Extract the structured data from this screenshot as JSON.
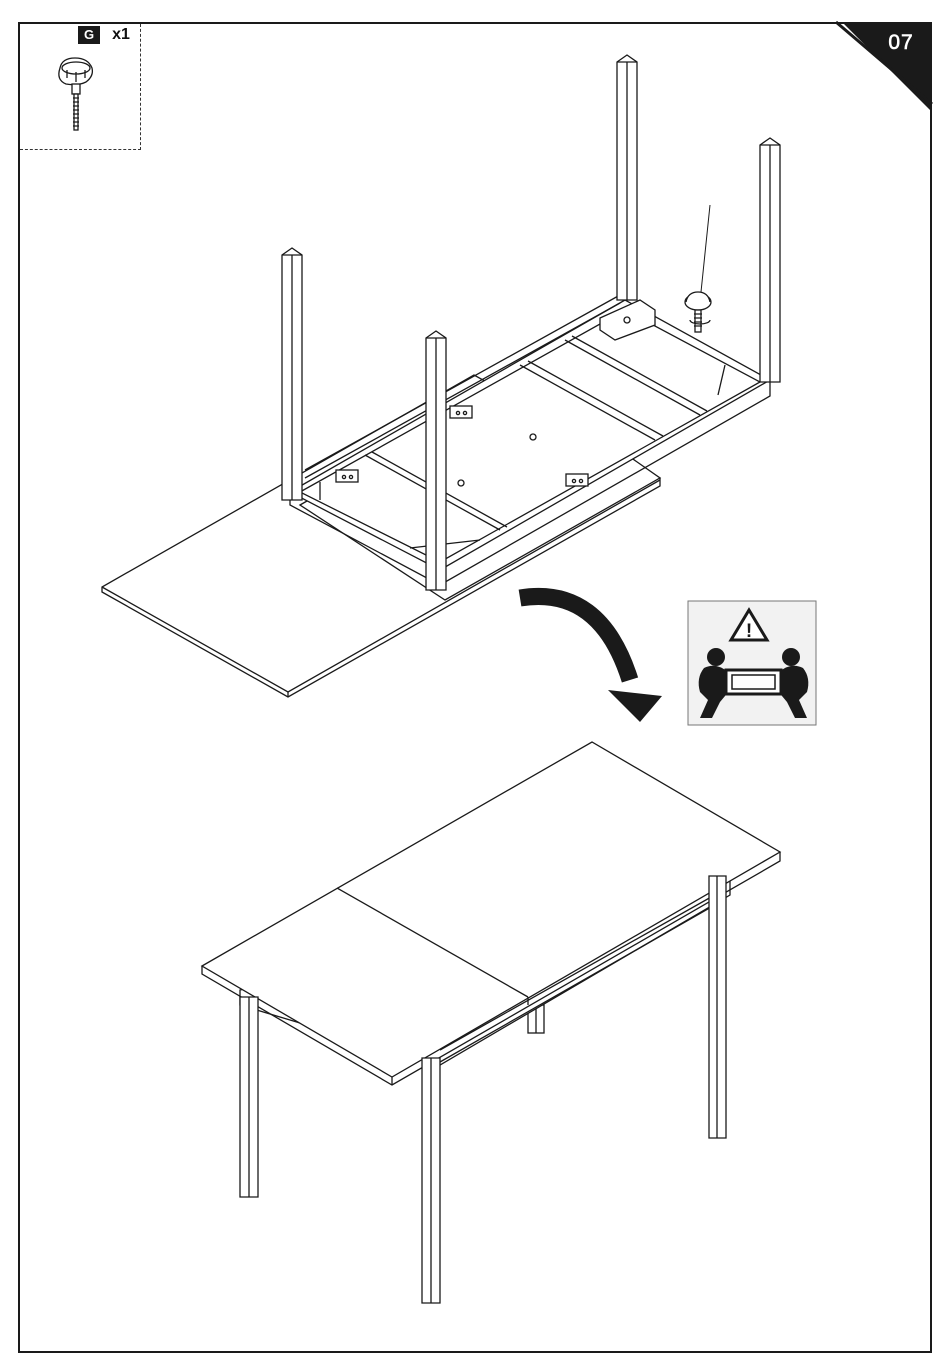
{
  "step": {
    "number": "07"
  },
  "part": {
    "letter": "G",
    "quantity": "x1",
    "icon": "knob-screw-icon"
  },
  "warning": {
    "icon": "two-person-lift-icon",
    "triangle_symbol": "!"
  },
  "illustrations": {
    "upside_down_table": "table-upside-down",
    "flip_arrow": "curved-arrow-icon",
    "upright_table": "table-upright"
  },
  "colors": {
    "ink": "#1a1a1a",
    "paper": "#ffffff",
    "panel": "#f2f2f2"
  }
}
